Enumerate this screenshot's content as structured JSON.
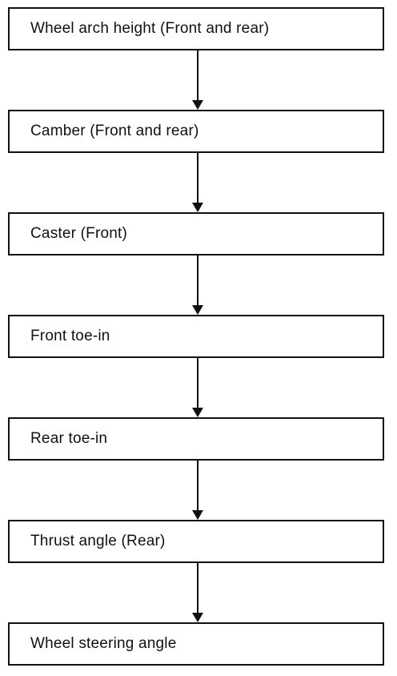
{
  "diagram": {
    "steps": [
      {
        "label": "Wheel arch height (Front and rear)"
      },
      {
        "label": "Camber (Front and rear)"
      },
      {
        "label": "Caster (Front)"
      },
      {
        "label": "Front toe-in"
      },
      {
        "label": "Rear toe-in"
      },
      {
        "label": "Thrust angle (Rear)"
      },
      {
        "label": "Wheel steering angle"
      }
    ],
    "connector_color": "#111111"
  }
}
